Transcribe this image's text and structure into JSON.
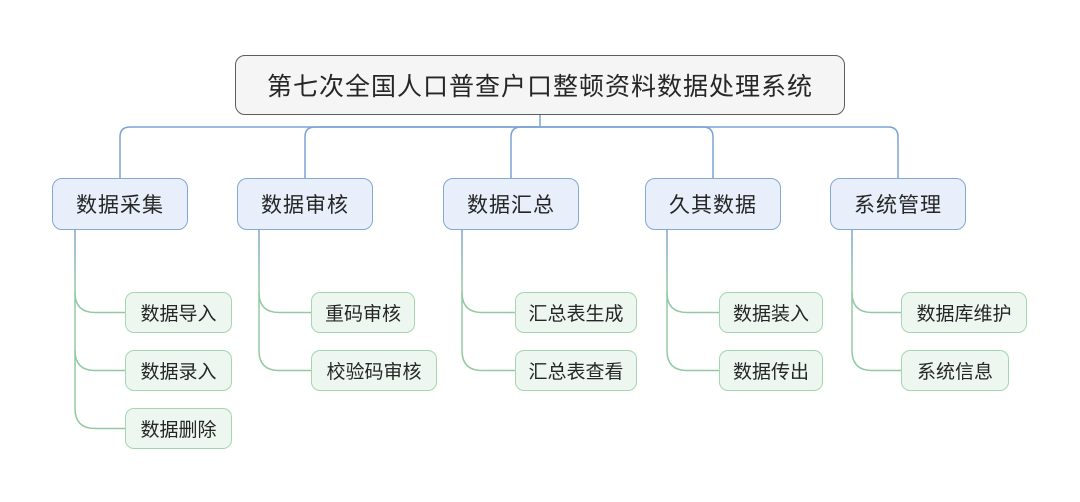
{
  "diagram": {
    "type": "org-chart",
    "root": {
      "label": "第七次全国人口普查户口整顿资料数据处理系统"
    },
    "branches": [
      {
        "label": "数据采集",
        "children": [
          {
            "label": "数据导入"
          },
          {
            "label": "数据录入"
          },
          {
            "label": "数据删除"
          }
        ]
      },
      {
        "label": "数据审核",
        "children": [
          {
            "label": "重码审核"
          },
          {
            "label": "校验码审核"
          }
        ]
      },
      {
        "label": "数据汇总",
        "children": [
          {
            "label": "汇总表生成"
          },
          {
            "label": "汇总表查看"
          }
        ]
      },
      {
        "label": "久其数据",
        "children": [
          {
            "label": "数据装入"
          },
          {
            "label": "数据传出"
          }
        ]
      },
      {
        "label": "系统管理",
        "children": [
          {
            "label": "数据库维护"
          },
          {
            "label": "系统信息"
          }
        ]
      }
    ]
  },
  "colors": {
    "text_color": "#262626",
    "root_fill": "#f5f5f5",
    "root_border": "#5c5c5c",
    "branch_fill": "#e8effa",
    "branch_border": "#82a8d4",
    "leaf_fill": "#edf7f0",
    "leaf_border": "#a5d7ae",
    "line_blue": "#7aa3d2",
    "line_green": "#93c9a0",
    "background": "#ffffff"
  }
}
